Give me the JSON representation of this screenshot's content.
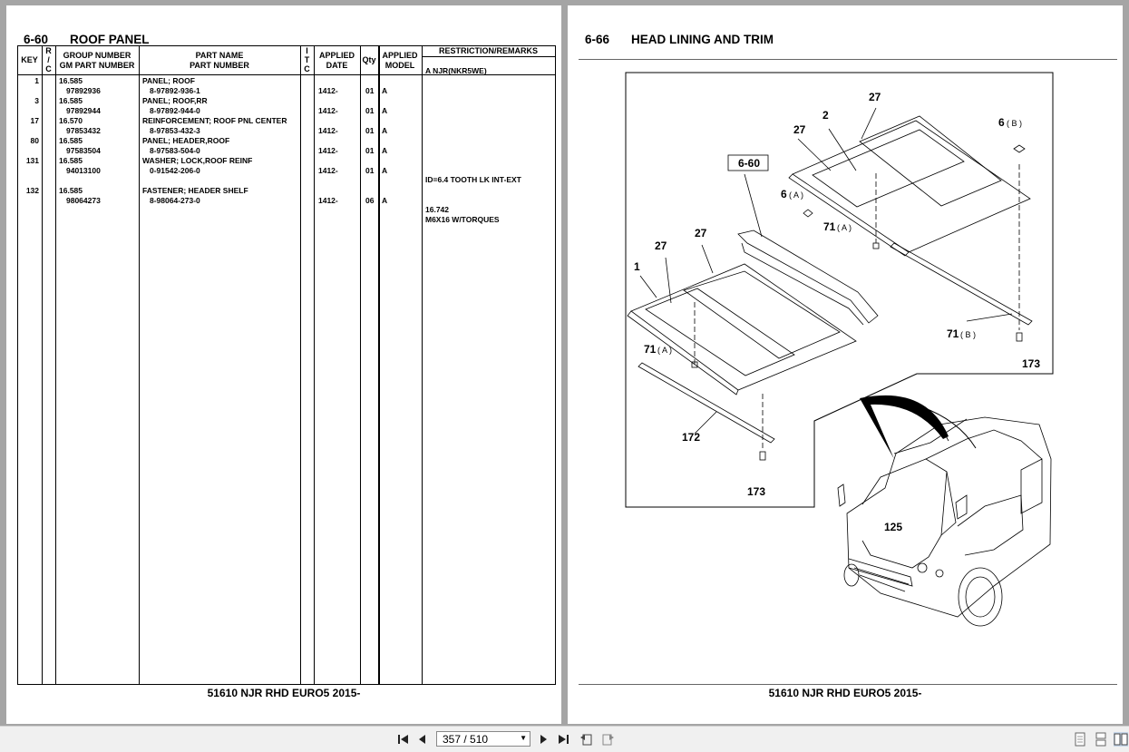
{
  "left_page": {
    "section_number": "6-60",
    "section_title": "ROOF PANEL",
    "headers": {
      "key": "KEY",
      "rc": [
        "R",
        "/",
        "C"
      ],
      "group_number": "GROUP NUMBER",
      "gm_part_number": "GM PART NUMBER",
      "part_name": "PART NAME",
      "part_number": "PART NUMBER",
      "itc": [
        "I",
        "T",
        "C"
      ],
      "applied_date_1": "APPLIED",
      "applied_date_2": "DATE",
      "qty": "Qty",
      "applied_model_1": "APPLIED",
      "applied_model_2": "MODEL",
      "remarks": "RESTRICTION/REMARKS",
      "remarks_sub": "A NJR(NKR5WE)"
    },
    "rows": [
      {
        "key": "1",
        "group": "16.585",
        "gm": "97892936",
        "name": "PANEL; ROOF",
        "part": "8-97892-936-1",
        "date": "1412-",
        "qty": "01",
        "model": "A",
        "remarks": []
      },
      {
        "key": "3",
        "group": "16.585",
        "gm": "97892944",
        "name": "PANEL; ROOF,RR",
        "part": "8-97892-944-0",
        "date": "1412-",
        "qty": "01",
        "model": "A",
        "remarks": []
      },
      {
        "key": "17",
        "group": "16.570",
        "gm": "97853432",
        "name": "REINFORCEMENT; ROOF PNL CENTER",
        "part": "8-97853-432-3",
        "date": "1412-",
        "qty": "01",
        "model": "A",
        "remarks": []
      },
      {
        "key": "80",
        "group": "16.585",
        "gm": "97583504",
        "name": "PANEL; HEADER,ROOF",
        "part": "8-97583-504-0",
        "date": "1412-",
        "qty": "01",
        "model": "A",
        "remarks": []
      },
      {
        "key": "131",
        "group": "16.585",
        "gm": "94013100",
        "name": "WASHER; LOCK,ROOF REINF",
        "part": "0-91542-206-0",
        "date": "1412-",
        "qty": "01",
        "model": "A",
        "remarks": [
          "ID=6.4 TOOTH LK INT-EXT"
        ]
      },
      {
        "key": "132",
        "group": "16.585",
        "gm": "98064273",
        "name": "FASTENER; HEADER SHELF",
        "part": "8-98064-273-0",
        "date": "1412-",
        "qty": "06",
        "model": "A",
        "remarks": [
          "16.742",
          "M6X16 W/TORQUES"
        ]
      }
    ],
    "footer": "51610 NJR RHD EURO5 2015-"
  },
  "right_page": {
    "section_number": "6-66",
    "section_title": "HEAD LINING AND TRIM",
    "callouts": {
      "c27a": "27",
      "c2": "2",
      "c27b": "27",
      "c6b": "6",
      "c6b_suffix": "( B )",
      "ref_box": "6-60",
      "c6a": "6",
      "c6a_suffix": "( A )",
      "c71a_top": "71",
      "c71a_top_suffix": "( A )",
      "c27c": "27",
      "c27d": "27",
      "c1": "1",
      "c71b": "71",
      "c71b_suffix": "( B )",
      "c71a_bot": "71",
      "c71a_bot_suffix": "( A )",
      "c173a": "173",
      "c172": "172",
      "c173b": "173",
      "c125": "125"
    },
    "footer": "51610 NJR RHD EURO5 2015-"
  },
  "toolbar": {
    "page_display": "357 / 510",
    "first_icon": "first-page-icon",
    "prev_icon": "prev-page-icon",
    "next_icon": "next-page-icon",
    "last_icon": "last-page-icon"
  }
}
